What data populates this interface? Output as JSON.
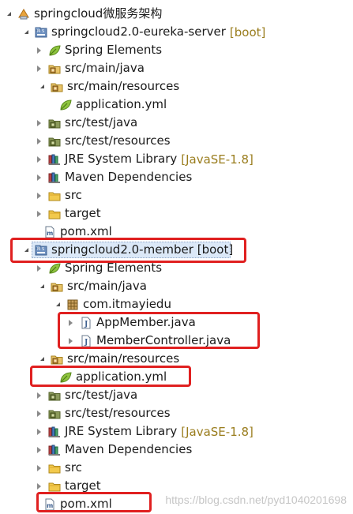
{
  "tree": {
    "root": {
      "label": "springcloud微服务架构"
    },
    "eureka": {
      "label": "springcloud2.0-eureka-server",
      "suffix": "[boot]",
      "items": {
        "spring_elements": "Spring Elements",
        "src_main_java": "src/main/java",
        "src_main_resources": "src/main/resources",
        "application_yml": "application.yml",
        "src_test_java": "src/test/java",
        "src_test_resources": "src/test/resources",
        "jre": "JRE System Library",
        "jre_suffix": "[JavaSE-1.8]",
        "maven": "Maven Dependencies",
        "src": "src",
        "target": "target",
        "pom": "pom.xml"
      }
    },
    "member": {
      "label": "springcloud2.0-member [boot]",
      "items": {
        "spring_elements": "Spring Elements",
        "src_main_java": "src/main/java",
        "package": "com.itmayiedu",
        "app_member": "AppMember.java",
        "member_controller": "MemberController.java",
        "src_main_resources": "src/main/resources",
        "application_yml": "application.yml",
        "src_test_java": "src/test/java",
        "src_test_resources": "src/test/resources",
        "jre": "JRE System Library",
        "jre_suffix": "[JavaSE-1.8]",
        "maven": "Maven Dependencies",
        "src": "src",
        "target": "target",
        "pom": "pom.xml"
      }
    }
  },
  "watermark": "https://blog.csdn.net/pyd1040201698",
  "colors": {
    "highlight": "#e02020",
    "boot_suffix": "#9a7d1e",
    "selection": "#dbe8f7"
  }
}
